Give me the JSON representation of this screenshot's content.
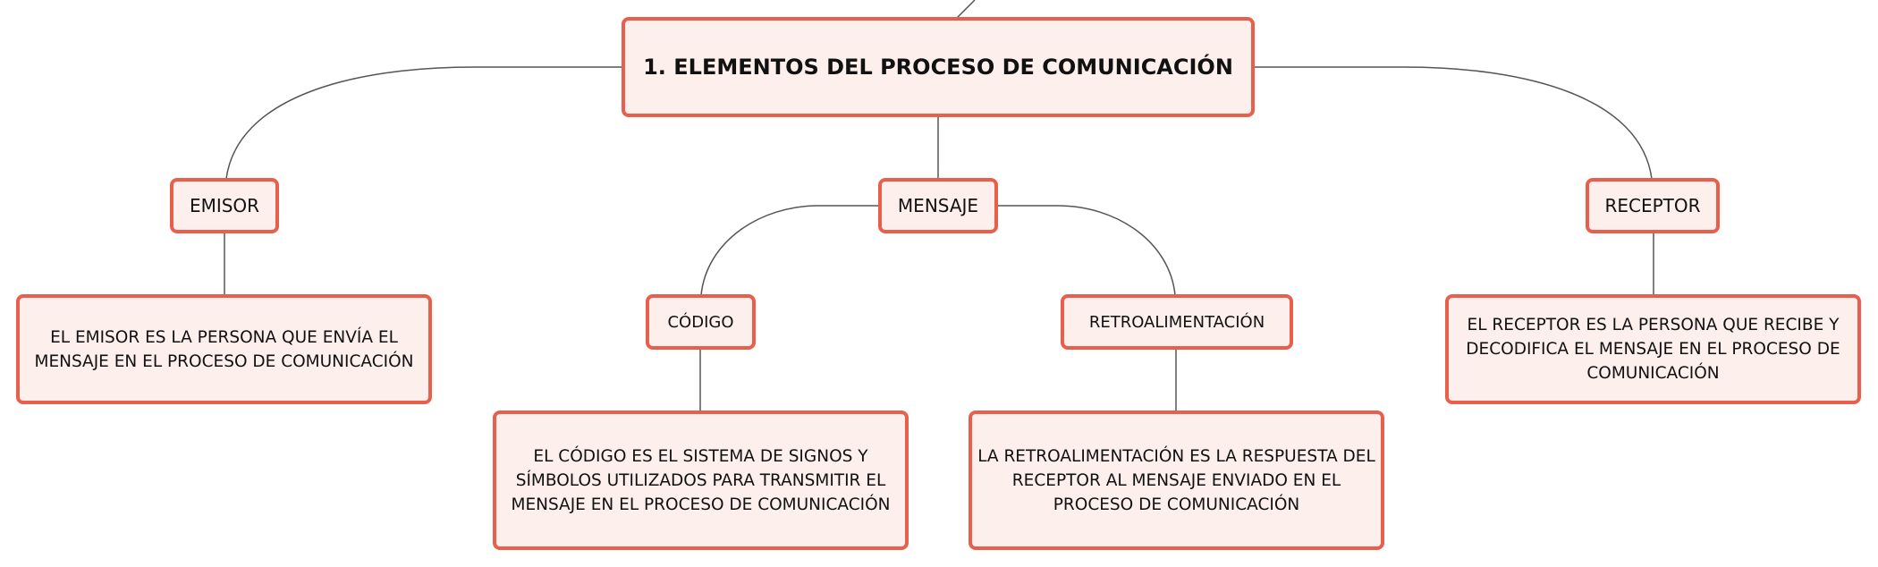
{
  "mindmap": {
    "root": {
      "label": "1. ELEMENTOS DEL PROCESO DE COMUNICACIÓN"
    },
    "emisor": {
      "label": "EMISOR",
      "description": "EL EMISOR ES LA PERSONA QUE ENVÍA EL MENSAJE EN EL PROCESO DE COMUNICACIÓN"
    },
    "mensaje": {
      "label": "MENSAJE",
      "codigo": {
        "label": "CÓDIGO",
        "description": "EL CÓDIGO ES EL SISTEMA DE SIGNOS Y SÍMBOLOS UTILIZADOS PARA TRANSMITIR EL MENSAJE EN EL PROCESO DE COMUNICACIÓN"
      },
      "retroalimentacion": {
        "label": "RETROALIMENTACIÓN",
        "description": "LA RETROALIMENTACIÓN ES LA RESPUESTA DEL RECEPTOR AL MENSAJE ENVIADO EN EL PROCESO DE COMUNICACIÓN"
      }
    },
    "receptor": {
      "label": "RECEPTOR",
      "description": "EL RECEPTOR ES LA PERSONA QUE RECIBE Y DECODIFICA EL MENSAJE EN EL PROCESO DE COMUNICACIÓN"
    }
  },
  "colors": {
    "node_border": "#e8604c",
    "node_fill": "#fdf0ec",
    "connector": "#555555",
    "text": "#111111"
  }
}
